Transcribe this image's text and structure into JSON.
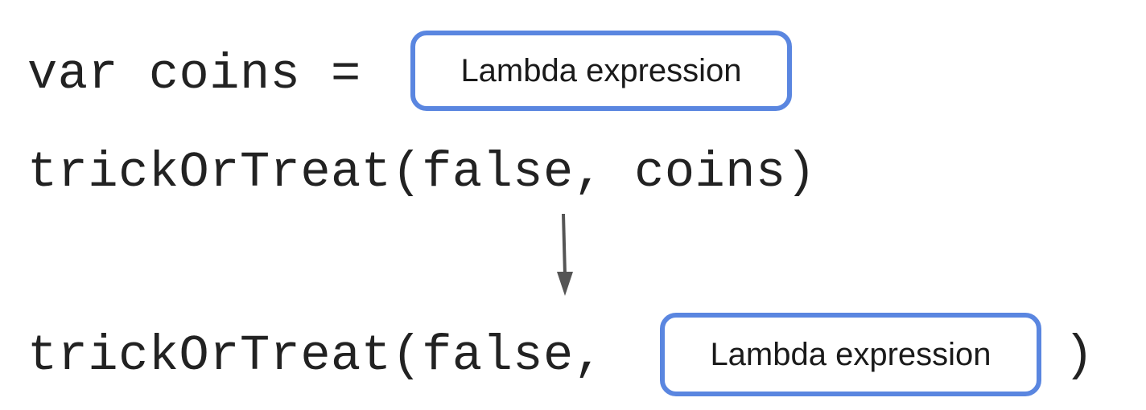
{
  "diagram": {
    "line1": {
      "code": "var coins = ",
      "pill_label": "Lambda expression"
    },
    "line2": {
      "code": "trickOrTreat(false, coins)"
    },
    "line3": {
      "code": "trickOrTreat(false, ",
      "pill_label": "Lambda expression",
      "closing": ")"
    },
    "colors": {
      "pill_border": "#5a86e0",
      "arrow": "#555555",
      "text": "#222222"
    }
  }
}
